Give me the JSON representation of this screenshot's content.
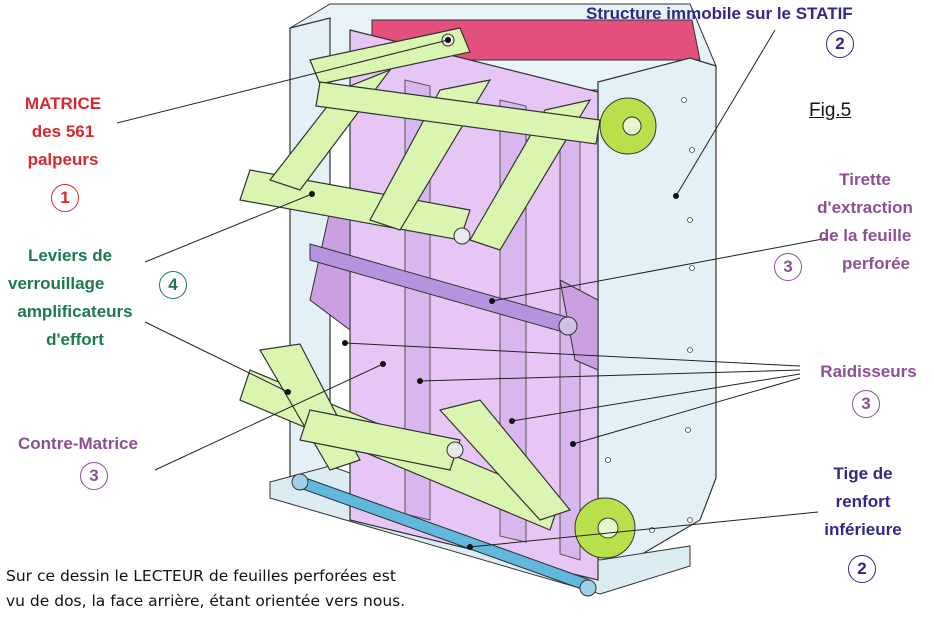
{
  "labels": {
    "matrice": [
      "MATRICE",
      "des 561",
      "palpeurs"
    ],
    "matrice_num": "1",
    "leviers": [
      "Leviers de",
      "verrouillage",
      "amplificateurs",
      "d'effort"
    ],
    "leviers_num": "4",
    "contre_matrice": "Contre-Matrice",
    "contre_matrice_num": "3",
    "structure": "Structure immobile sur le STATIF",
    "structure_num": "2",
    "fig": "Fig.5",
    "tirette": [
      "Tirette",
      "d'extraction",
      "de la feuille",
      "perforée"
    ],
    "tirette_num": "3",
    "raidisseurs": "Raidisseurs",
    "raidisseurs_num": "3",
    "tige": [
      "Tige de",
      "renfort",
      "inférieure"
    ],
    "tige_num": "2"
  },
  "caption": [
    "Sur ce dessin le LECTEUR de feuilles perforées est",
    "vu de dos, la face arrière, étant orientée vers nous."
  ],
  "colors": {
    "frame": "#e3f1f6",
    "matrix": "#e6c6f4",
    "levers": "#d9f5b0",
    "bosses": "#b7e04a",
    "rod": "#b294df",
    "bar": "#60b8dc",
    "top_strip": "#e3507e"
  }
}
